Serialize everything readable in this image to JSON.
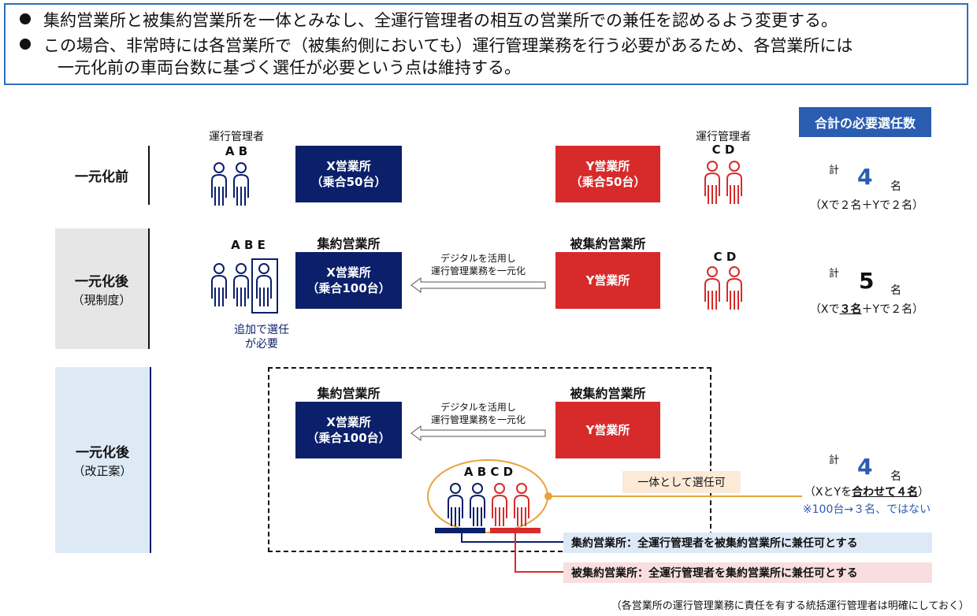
{
  "header": {
    "bullet1": "集約営業所と被集約営業所を一体とみなし、全運行管理者の相互の営業所での兼任を認めるよう変更する。",
    "bullet2_line1": "この場合、非常時には各営業所で（被集約側においても）運行管理業務を行う必要があるため、各営業所には",
    "bullet2_line2": "一元化前の車両台数に基づく選任が必要という点は維持する。"
  },
  "total_title": "合計の必要選任数",
  "rows": {
    "before": {
      "label": "一元化前",
      "left_manager_caption": "運行管理者",
      "left_letters": "A B",
      "x_office_line1": "X営業所",
      "x_office_line2": "（乗合50台）",
      "y_office_line1": "Y営業所",
      "y_office_line2": "（乗合50台）",
      "right_manager_caption": "運行管理者",
      "right_letters": "C D",
      "total_kei": "計",
      "total_num": "4",
      "total_unit": "名",
      "total_note": "（Xで２名＋Yで２名）"
    },
    "current": {
      "label": "一元化後",
      "sublabel": "（現制度）",
      "left_letters": "A  B  E",
      "x_caption": "集約営業所",
      "x_office_line1": "X営業所",
      "x_office_line2": "（乗合100台）",
      "arrow_text1": "デジタルを活用し",
      "arrow_text2": "運行管理業務を一元化",
      "y_caption": "被集約営業所",
      "y_office_line1": "Y営業所",
      "right_letters": "C  D",
      "add_note1": "追加で選任",
      "add_note2": "が必要",
      "total_kei": "計",
      "total_num": "5",
      "total_unit": "名",
      "total_note_pre": "（Xで",
      "total_note_emph": "３名",
      "total_note_post": "＋Yで２名）"
    },
    "proposal": {
      "label": "一元化後",
      "sublabel": "（改正案）",
      "x_caption": "集約営業所",
      "x_office_line1": "X営業所",
      "x_office_line2": "（乗合100台）",
      "arrow_text1": "デジタルを活用し",
      "arrow_text2": "運行管理業務を一元化",
      "y_caption": "被集約営業所",
      "y_office_line1": "Y営業所",
      "letters": "A  B  C  D",
      "joint_label": "一体として選任可",
      "total_kei": "計",
      "total_num": "4",
      "total_unit": "名",
      "total_note_pre": "（XとYを",
      "total_note_emph": "合わせて４名",
      "total_note_post": "）",
      "total_note2": "※100台→３名、ではない",
      "note_x": "集約営業所：全運行管理者を被集約営業所に兼任可とする",
      "note_y": "被集約営業所：全運行管理者を集約営業所に兼任可とする"
    }
  },
  "footer_note": "（各営業所の運行管理業務に責任を有する統括運行管理者は明確にしておく）",
  "colors": {
    "navy": "#0b1f6b",
    "red": "#d72b2b",
    "accent_blue": "#2a5db0",
    "orange": "#e8a33d",
    "frame_blue": "#2f6fb8"
  },
  "icons": [
    "person-navy-icon",
    "person-red-icon",
    "arrow-left-icon"
  ]
}
